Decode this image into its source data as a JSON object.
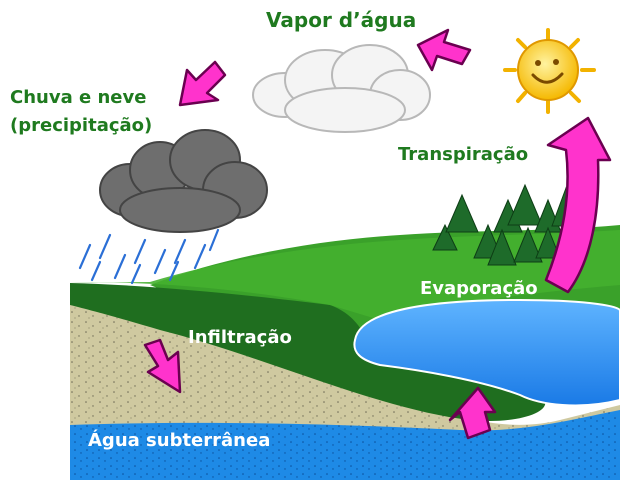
{
  "labels": {
    "vapor": "Vapor d’água",
    "rain_line1": "Chuva e neve",
    "rain_line2": "(precipitação)",
    "transpiration": "Transpiração",
    "evaporation": "Evaporação",
    "infiltration": "Infiltração",
    "groundwater": "Água subterrânea"
  },
  "colors": {
    "label_green": "#1f7a1f",
    "label_white": "#ffffff",
    "arrow": "#ff33cc",
    "sky": "#ffffff",
    "hill_light": "#3fa52c",
    "hill_dark": "#1f6e1f",
    "soil": "#c8c39a",
    "lake": "#1e90ff",
    "groundwater": "#1f8fe8",
    "sun": "#ffcc00"
  },
  "icons": [
    "sun-icon",
    "white-cloud-icon",
    "rain-cloud-icon",
    "tree-icon",
    "arrow-icon"
  ]
}
